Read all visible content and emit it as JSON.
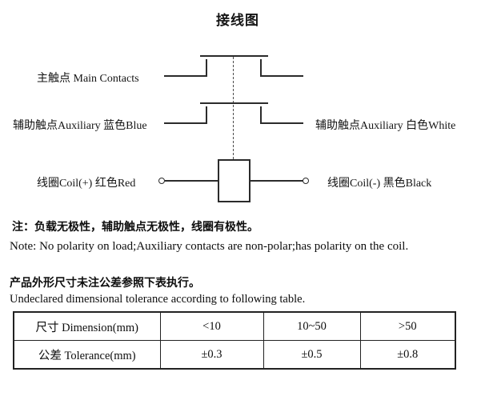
{
  "title": "接线图",
  "colors": {
    "line": "#2b2b2b",
    "text": "#141414",
    "background": "#ffffff"
  },
  "schematic": {
    "labels": {
      "main_contacts": "主触点 Main Contacts",
      "aux_left": "辅助触点Auxiliary 蓝色Blue",
      "aux_right": "辅助触点Auxiliary 白色White",
      "coil_positive": "线圈Coil(+) 红色Red",
      "coil_negative": "线圈Coil(-) 黑色Black"
    }
  },
  "notes": {
    "polarity_cn": "注：负载无极性，辅助触点无极性，线圈有极性。",
    "polarity_en": "Note: No polarity on load;Auxiliary contacts are non-polar;has polarity on the coil.",
    "tolerance_cn": "产品外形尺寸未注公差参照下表执行。",
    "tolerance_en": "Undeclared dimensional tolerance according to following table."
  },
  "tolerance_table": {
    "rows": [
      {
        "cells": [
          "尺寸 Dimension(mm)",
          "<10",
          "10~50",
          ">50"
        ]
      },
      {
        "cells": [
          "公差 Tolerance(mm)",
          "±0.3",
          "±0.5",
          "±0.8"
        ]
      }
    ]
  }
}
